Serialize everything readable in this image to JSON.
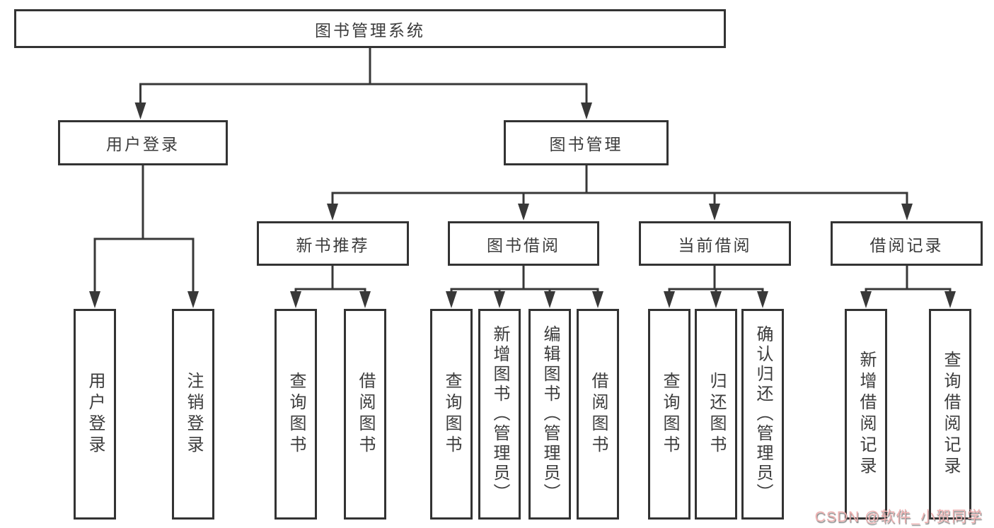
{
  "diagram": {
    "root": {
      "label": "图书管理系统"
    },
    "level2": [
      {
        "label": "用户登录"
      },
      {
        "label": "图书管理"
      }
    ],
    "level3": [
      {
        "label": "新书推荐"
      },
      {
        "label": "图书借阅"
      },
      {
        "label": "当前借阅"
      },
      {
        "label": "借阅记录"
      }
    ],
    "leaves": {
      "user_login": [
        "用户登录",
        "注销登录"
      ],
      "new_book_recommend": [
        "查询图书",
        "借阅图书"
      ],
      "book_borrow": [
        "查询图书",
        "新增图书（管理员）",
        "编辑图书（管理员）",
        "借阅图书"
      ],
      "current_borrow": [
        "查询图书",
        "归还图书",
        "确认归还（管理员）"
      ],
      "borrow_records": [
        "新增借阅记录",
        "查询借阅记录"
      ]
    }
  },
  "watermark": {
    "text": "CSDN @软件_小贺同学",
    "color": "#eeb0b0"
  },
  "colors": {
    "background": "#ffffff",
    "box_border": "#333333",
    "line": "#383838",
    "text": "#3c3c3c"
  }
}
